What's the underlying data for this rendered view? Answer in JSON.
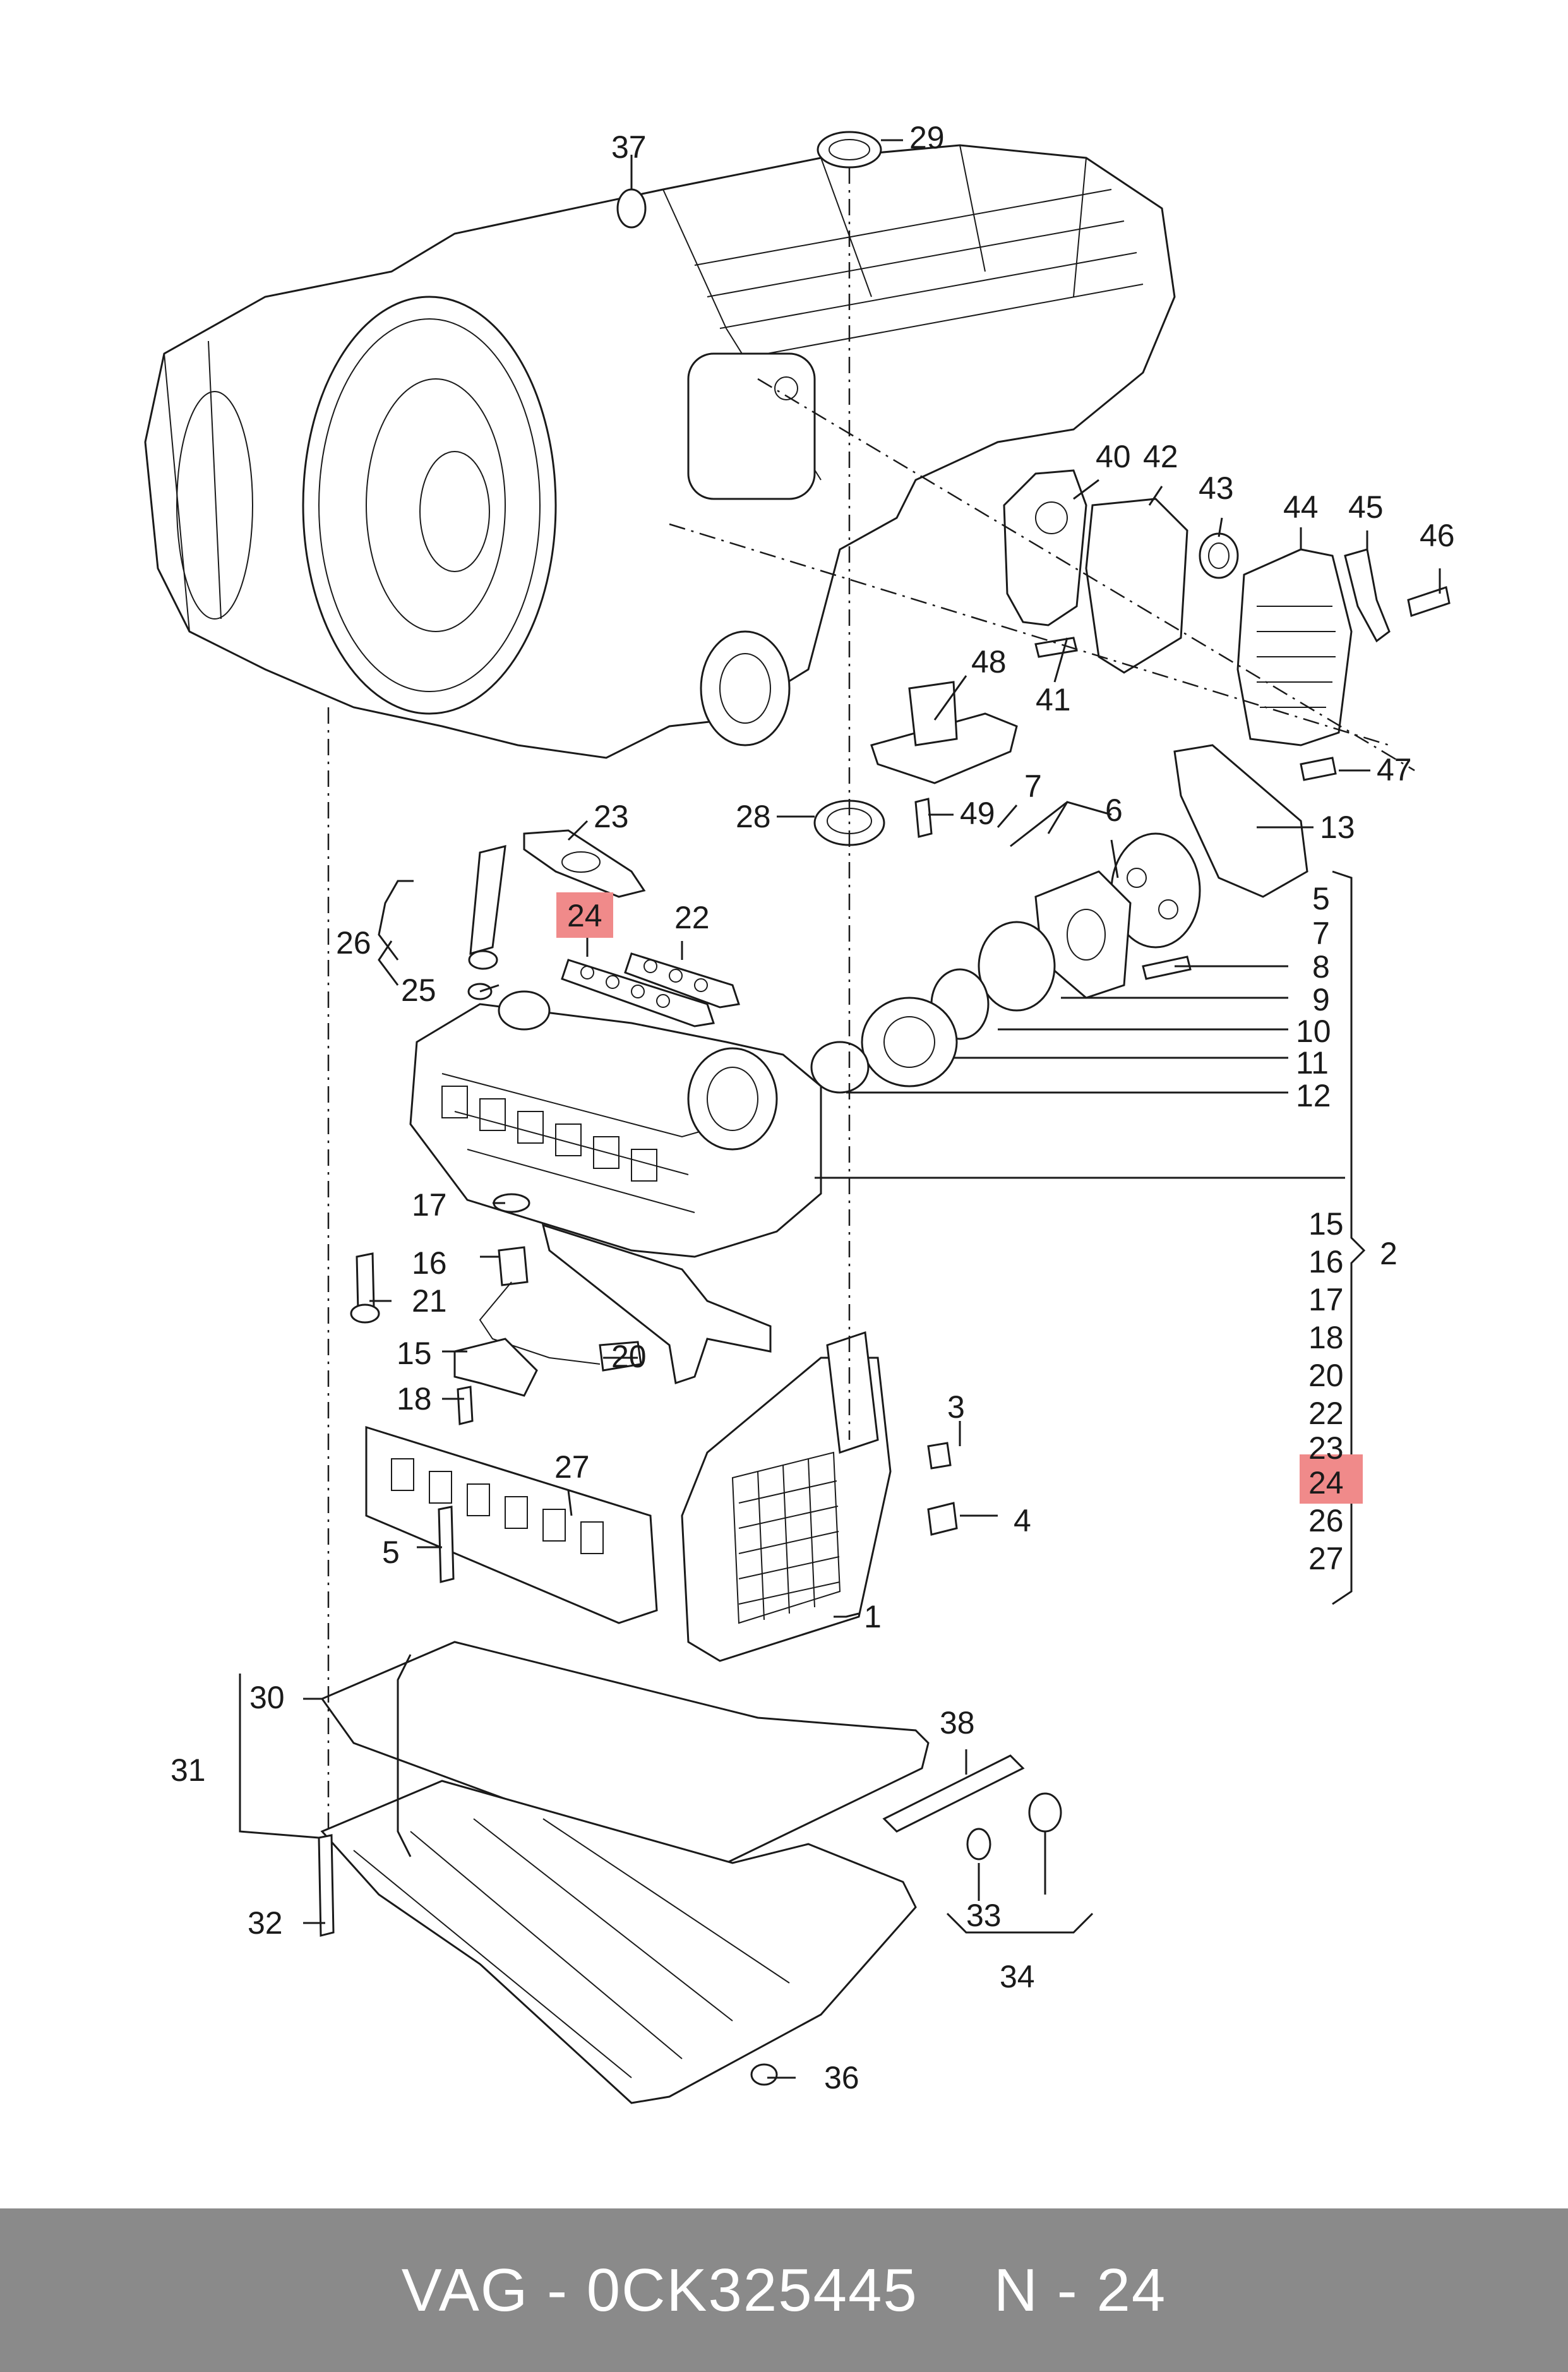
{
  "callouts": {
    "c1": "1",
    "c2": "2",
    "c3": "3",
    "c4": "4",
    "c5": "5",
    "c6": "6",
    "c7": "7",
    "c13": "13",
    "c15": "15",
    "c16": "16",
    "c17": "17",
    "c18": "18",
    "c20": "20",
    "c21": "21",
    "c22": "22",
    "c23": "23",
    "c24": "24",
    "c25": "25",
    "c26": "26",
    "c27": "27",
    "c28": "28",
    "c29": "29",
    "c30": "30",
    "c31": "31",
    "c32": "32",
    "c33": "33",
    "c34": "34",
    "c36": "36",
    "c37": "37",
    "c38": "38",
    "c40": "40",
    "c41": "41",
    "c42": "42",
    "c43": "43",
    "c44": "44",
    "c45": "45",
    "c46": "46",
    "c47": "47",
    "c48": "48",
    "c49": "49"
  },
  "right_list_a": [
    "5",
    "7",
    "8",
    "9",
    "10",
    "11",
    "12"
  ],
  "right_list_b": [
    "15",
    "16",
    "17",
    "18",
    "20",
    "22",
    "23",
    "24",
    "26",
    "27"
  ],
  "highlight": {
    "part_number": "24",
    "color": "#f08a8a"
  },
  "footer": {
    "brand": "VAG - 0CK325445",
    "ref": "N - 24",
    "background": "#8a8a8a",
    "text_color": "#ffffff"
  }
}
